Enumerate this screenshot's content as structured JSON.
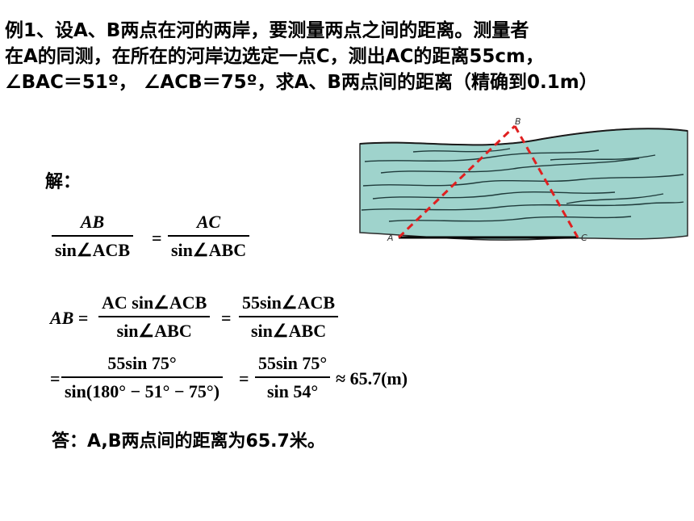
{
  "problem": {
    "line1": "例1、设A、B两点在河的两岸，要测量两点之间的距离。测量者",
    "line2": "在A的同测，在所在的河岸边选定一点C，测出AC的距离55cm，",
    "line3": "∠BAC＝51º， ∠ACB＝75º，求A、B两点间的距离（精确到0.1m）"
  },
  "diagram": {
    "point_a": "A",
    "point_b": "B",
    "point_c": "C",
    "colors": {
      "water": "#9fd3cc",
      "triangle": "#e02020",
      "baseline": "#000000"
    }
  },
  "solution": {
    "label": "解：",
    "eq1": {
      "lhs_num": "AB",
      "lhs_den": "sin∠ACB",
      "rhs_num": "AC",
      "rhs_den": "sin∠ABC"
    },
    "eq2": {
      "lead": "AB",
      "n1": "AC sin∠ACB",
      "d1": "sin∠ABC",
      "n2": "55sin∠ACB",
      "d2": "sin∠ABC"
    },
    "eq3": {
      "n1": "55sin 75°",
      "d1": "sin(180° − 51° − 75°)",
      "n2": "55sin 75°",
      "d2": "sin 54°",
      "result": "≈ 65.7(m)"
    }
  },
  "answer": "答：A,B两点间的距离为65.7米。"
}
